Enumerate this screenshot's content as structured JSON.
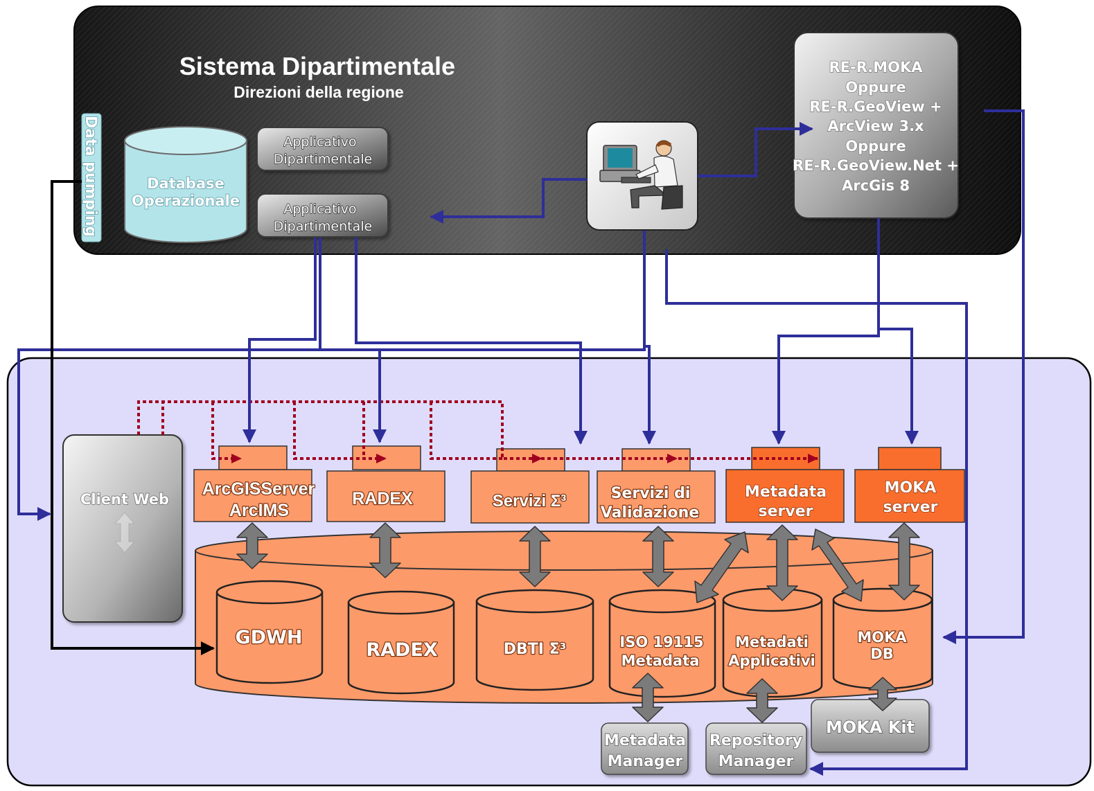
{
  "department": {
    "title": "Sistema Dipartimentale",
    "subtitle": "Direzioni della regione",
    "data_pumping": "Data pumping",
    "database": [
      "Database",
      "Operazionale"
    ],
    "app1": [
      "Applicativo",
      "Dipartimentale"
    ],
    "app2": [
      "Applicativo",
      "Dipartimentale"
    ],
    "moka_client": [
      "RE-R.MOKA",
      "Oppure",
      "RE-R.GeoView +",
      "ArcView 3.x",
      "Oppure",
      "RE-R.GeoView.Net +",
      "ArcGis 8"
    ]
  },
  "platform": {
    "client_web": "Client Web",
    "services": {
      "arcgis": [
        "ArcGISServer",
        "ArcIMS"
      ],
      "radex": "RADEX",
      "servizi_s3": "Servizi Σ³",
      "validazione": [
        "Servizi di",
        "Validazione"
      ],
      "metadata_server": [
        "Metadata",
        "server"
      ],
      "moka_server": [
        "MOKA",
        "server"
      ]
    },
    "databases": {
      "gdwh": "GDWH",
      "radex": "RADEX",
      "dbti": "DBTI Σ³",
      "iso": [
        "ISO 19115",
        "Metadata"
      ],
      "metadati_app": [
        "Metadati",
        "Applicativi"
      ],
      "moka_db": [
        "MOKA",
        "DB"
      ]
    },
    "tools": {
      "metadata_manager": [
        "Metadata",
        "Manager"
      ],
      "repository_manager": [
        "Repository",
        "Manager"
      ],
      "moka_kit": "MOKA Kit"
    }
  },
  "colors": {
    "dark_panel": "#1e1e1e",
    "platform_bg": "#dfdcfb",
    "orange": "#fd9a6a",
    "orange_dark": "#fa6e2d",
    "connector": "#2e2e9a",
    "dotted": "#a00020",
    "cyan": "#b3e4ea",
    "gray_arrow": "#7b7b7b"
  }
}
